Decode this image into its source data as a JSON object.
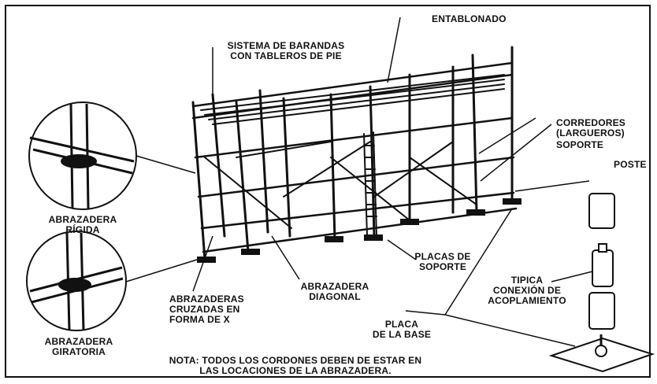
{
  "labels": {
    "entablonado": "ENTABLONADO",
    "sistema_barandas": [
      "SISTEMA DE BARANDAS",
      "CON TABLEROS DE PIE"
    ],
    "corredores": [
      "CORREDORES",
      "(LARGUEROS)"
    ],
    "soporte": "SOPORTE",
    "poste": "POSTE",
    "abrazadera_rigida": [
      "ABRAZADERA",
      "RÍGIDA"
    ],
    "abrazadera_giratoria": [
      "ABRAZADERA",
      "GIRATORIA"
    ],
    "abrazaderas_cruzadas": [
      "ABRAZADERAS",
      "CRUZADAS EN",
      "FORMA DE X"
    ],
    "abrazadera_diagonal": [
      "ABRAZADERA",
      "DIAGONAL"
    ],
    "placas_soporte": [
      "PLACAS DE",
      "SOPORTE"
    ],
    "tipica_conexion": [
      "TIPICA",
      "CONEXIÓN DE",
      "ACOPLAMIENTO"
    ],
    "placa_base": [
      "PLACA",
      "DE LA BASE"
    ],
    "nota": [
      "NOTA: TODOS LOS CORDONES DEBEN DE ESTAR EN",
      "LAS LOCACIONES DE LA ABRAZADERA."
    ]
  }
}
